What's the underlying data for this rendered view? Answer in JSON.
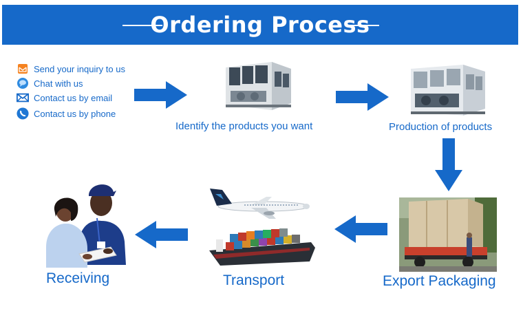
{
  "header": {
    "title": "Ordering Process"
  },
  "contacts": [
    {
      "icon": "envelope-open-icon",
      "label": "Send your  inquiry to us"
    },
    {
      "icon": "chat-bubble-icon",
      "label": "Chat with us"
    },
    {
      "icon": "email-icon",
      "label": "Contact us by email"
    },
    {
      "icon": "phone-icon",
      "label": "Contact us by phone"
    }
  ],
  "steps": {
    "identify": "Identify the products you want",
    "production": "Production of products",
    "packaging": "Export Packaging",
    "transport": "Transport",
    "receiving": "Receiving"
  },
  "colors": {
    "brand_blue": "#1669c9",
    "text_blue": "#1669c9"
  }
}
